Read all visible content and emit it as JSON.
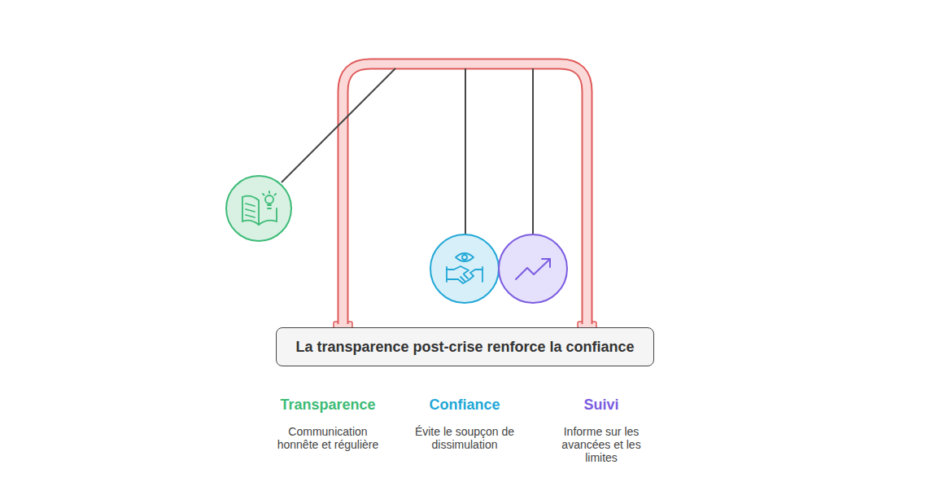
{
  "diagram": {
    "nodes": [
      {
        "text": [
          "La transparence post-crise renforce la confiance"
        ]
      }
    ],
    "labels": [
      "Transparence",
      "Communication honnête et régulière",
      "Confiance",
      "Évite le soupçon de dissimulation",
      "Suivi",
      "Informe sur les avancées et les limites"
    ]
  }
}
